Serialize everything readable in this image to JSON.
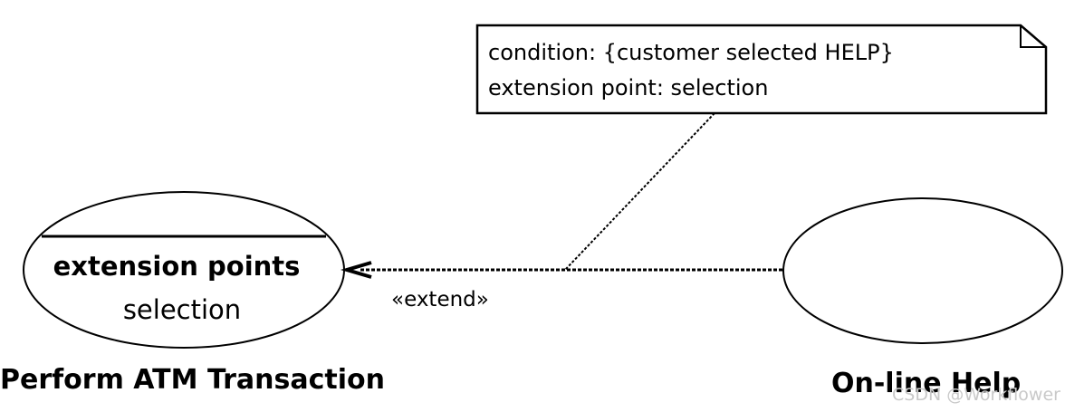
{
  "note": {
    "lines": [
      "condition: {customer selected HELP}",
      "extension point: selection"
    ]
  },
  "use_cases": {
    "base": {
      "compartment_title": "extension points",
      "extension_point": "selection",
      "name": "Perform ATM Transaction"
    },
    "extension": {
      "name": "On-line Help"
    }
  },
  "relationship": {
    "stereotype": "«extend»"
  },
  "watermark": "CSDN @Workflower"
}
